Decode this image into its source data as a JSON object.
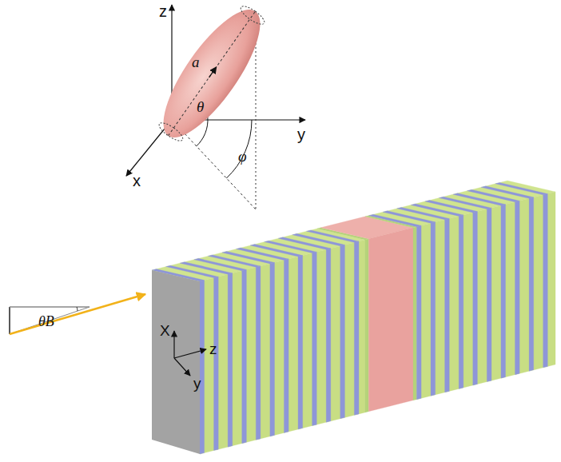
{
  "diagram": {
    "nodes": [
      {
        "text": [
          "a"
        ]
      }
    ],
    "labels": [
      "z",
      "y",
      "x",
      "θ",
      "φ",
      "θB",
      "X",
      "z",
      "y"
    ]
  }
}
